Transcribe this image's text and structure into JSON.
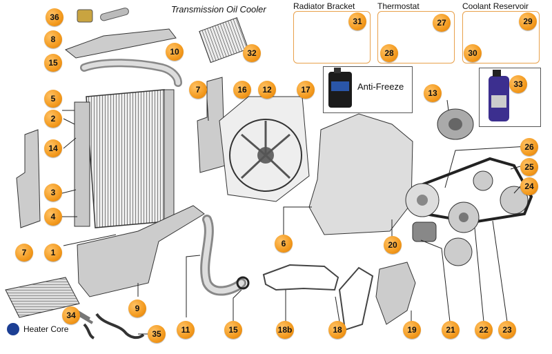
{
  "titles": {
    "trans_cooler": "Transmission Oil Cooler",
    "radiator_bracket": "Radiator Bracket",
    "thermostat": "Thermostat",
    "coolant_reservoir": "Coolant Reservoir",
    "anti_freeze": "Anti-Freeze",
    "heater_core": "Heater Core"
  },
  "parts": [
    {
      "id": "36"
    },
    {
      "id": "8"
    },
    {
      "id": "15"
    },
    {
      "id": "10"
    },
    {
      "id": "32"
    },
    {
      "id": "31"
    },
    {
      "id": "27"
    },
    {
      "id": "28"
    },
    {
      "id": "29"
    },
    {
      "id": "30"
    },
    {
      "id": "33"
    },
    {
      "id": "5"
    },
    {
      "id": "2"
    },
    {
      "id": "14"
    },
    {
      "id": "3"
    },
    {
      "id": "4"
    },
    {
      "id": "1"
    },
    {
      "id": "7"
    },
    {
      "id": "7"
    },
    {
      "id": "16"
    },
    {
      "id": "12"
    },
    {
      "id": "17"
    },
    {
      "id": "13"
    },
    {
      "id": "26"
    },
    {
      "id": "25"
    },
    {
      "id": "24"
    },
    {
      "id": "6"
    },
    {
      "id": "20"
    },
    {
      "id": "9"
    },
    {
      "id": "34"
    },
    {
      "id": "35"
    },
    {
      "id": "11"
    },
    {
      "id": "15"
    },
    {
      "id": "18b"
    },
    {
      "id": "18"
    },
    {
      "id": "19"
    },
    {
      "id": "21"
    },
    {
      "id": "22"
    },
    {
      "id": "23"
    }
  ],
  "colors": {
    "badge": "#f39a1e",
    "box_border": "#e8a04a",
    "line": "#222222"
  },
  "icons": [
    "mopar-logo-icon",
    "antifreeze-jug-icon",
    "fluid-bottle-icon"
  ]
}
